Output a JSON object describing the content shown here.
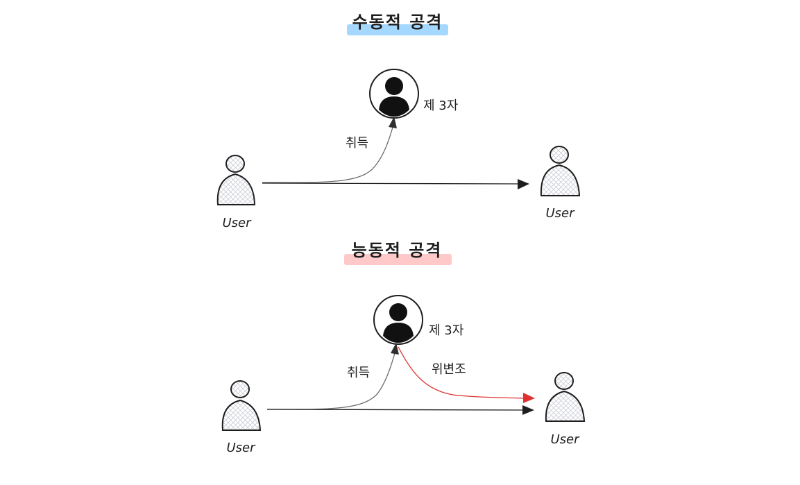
{
  "passive": {
    "title": "수동적 공격",
    "highlight_color": "#a5d8ff",
    "third_party_label": "제 3자",
    "acquire_label": "취득",
    "sender_label": "User",
    "receiver_label": "User"
  },
  "active": {
    "title": "능동적 공격",
    "highlight_color": "#ffc9c9",
    "third_party_label": "제 3자",
    "acquire_label": "취득",
    "modify_label": "위변조",
    "modify_color": "#e03131",
    "sender_label": "User",
    "receiver_label": "User"
  },
  "icons": {
    "person": "person-icon",
    "avatar": "avatar-icon"
  }
}
